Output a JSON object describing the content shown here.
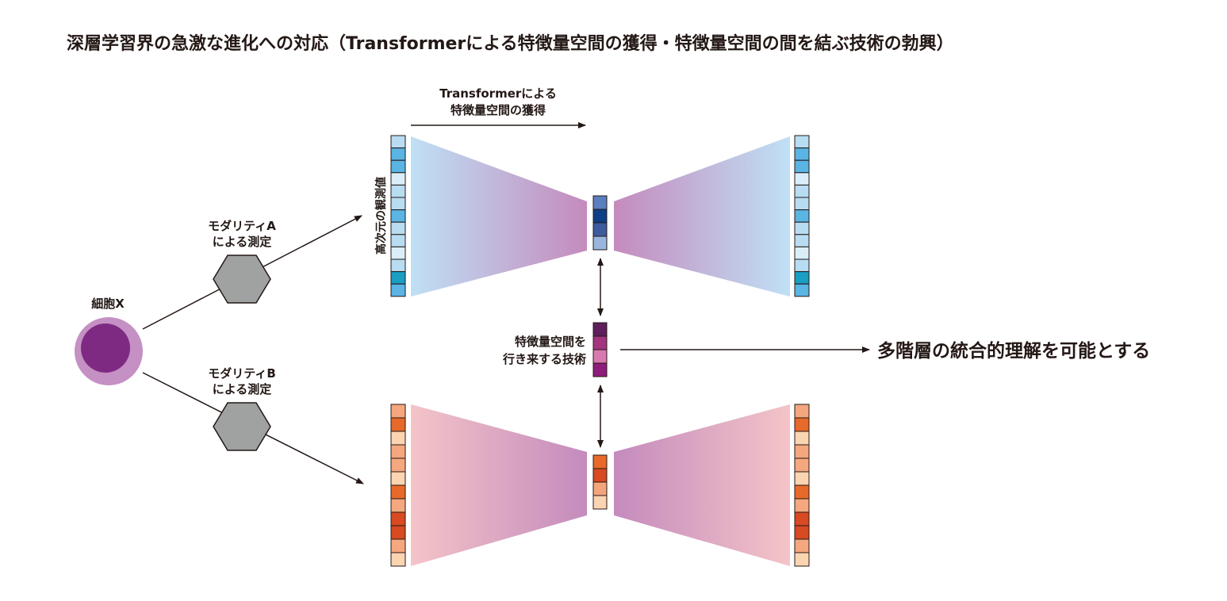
{
  "title": "深層学習界の急激な進化への対応（Transformerによる特徴量空間の獲得・特徴量空間の間を結ぶ技術の勃興）",
  "cell": {
    "label": "細胞X",
    "outer_color": "#c590c3",
    "inner_color": "#7e2a83"
  },
  "modality_a": {
    "line1": "モダリティA",
    "line2": "による測定"
  },
  "modality_b": {
    "line1": "モダリティB",
    "line2": "による測定"
  },
  "transformer_label": {
    "line1": "Transformerによる",
    "line2": "特徴量空間の獲得"
  },
  "observation_label": "高次元の観測値",
  "bridge_label": {
    "line1": "特徴量空間を",
    "line2": "行き来する技術"
  },
  "result_label": "多階層の統合的理解を可能とする",
  "colors": {
    "hexagon_fill": "#a0a1a1",
    "hexagon_stroke": "#231815",
    "top_light": "#bfe0f5",
    "top_dark": "#c48bbd",
    "bottom_light": "#f4c4c8",
    "bottom_dark": "#c48bbd"
  },
  "top_input_cells": [
    "#b8dcf1",
    "#5ab4e4",
    "#5ab4e4",
    "#daeef9",
    "#b8dcf1",
    "#b8dcf1",
    "#5ab4e4",
    "#b8dcf1",
    "#b8dcf1",
    "#daeef9",
    "#b8dcf1",
    "#1a9ec4",
    "#5ab4e4"
  ],
  "top_output_cells": [
    "#b8dcf1",
    "#5ab4e4",
    "#5ab4e4",
    "#daeef9",
    "#b8dcf1",
    "#b8dcf1",
    "#5ab4e4",
    "#b8dcf1",
    "#b8dcf1",
    "#daeef9",
    "#b8dcf1",
    "#1a9ec4",
    "#5ab4e4"
  ],
  "top_latent_cells": [
    "#5a7fbf",
    "#0e3f86",
    "#3d5c9e",
    "#9ab6de"
  ],
  "bridge_cells": [
    "#5e1f5a",
    "#a3357f",
    "#d87ab0",
    "#8e1c7b"
  ],
  "bottom_latent_cells": [
    "#e86a2a",
    "#d84a22",
    "#f4a57c",
    "#fbd4b1"
  ],
  "bottom_input_cells": [
    "#f5a77f",
    "#e86a2a",
    "#fbd4b1",
    "#f5a77f",
    "#f5a77f",
    "#fbd4b1",
    "#e86a2a",
    "#f5a77f",
    "#d84a22",
    "#d84a22",
    "#f5a77f",
    "#fbd4b1"
  ],
  "bottom_output_cells": [
    "#f5a77f",
    "#e86a2a",
    "#fbd4b1",
    "#f5a77f",
    "#f5a77f",
    "#fbd4b1",
    "#e86a2a",
    "#f5a77f",
    "#d84a22",
    "#d84a22",
    "#f5a77f",
    "#fbd4b1"
  ]
}
